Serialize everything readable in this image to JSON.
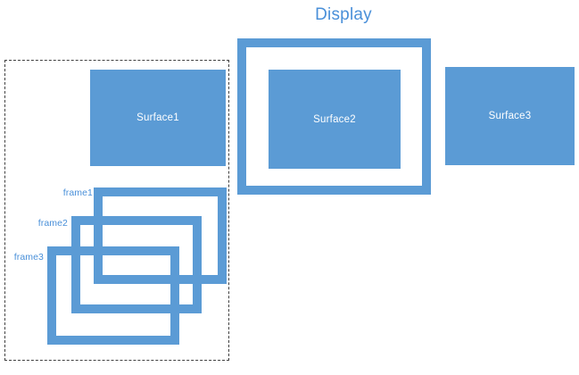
{
  "diagram": {
    "title": "Display",
    "colors": {
      "accent_blue": "#5B9BD5",
      "label_blue": "#4A90D9",
      "dashed_border": "#404040",
      "surface_text": "#FFFFFF",
      "background": "#FFFFFF"
    },
    "surfaces": [
      {
        "id": "surface1",
        "label": "Surface1",
        "style": "filled"
      },
      {
        "id": "surface2",
        "label": "Surface2",
        "style": "filled-inside-frame"
      },
      {
        "id": "surface3",
        "label": "Surface3",
        "style": "filled"
      }
    ],
    "display_frame": {
      "name": "display-outline",
      "contains": "Surface2"
    },
    "frames": [
      {
        "id": "frame1",
        "label": "frame1",
        "z": 1
      },
      {
        "id": "frame2",
        "label": "frame2",
        "z": 2
      },
      {
        "id": "frame3",
        "label": "frame3",
        "z": 3
      }
    ],
    "dashed_group": {
      "name": "grouping-boundary",
      "contains": [
        "Surface1",
        "frame1",
        "frame2",
        "frame3"
      ]
    }
  }
}
